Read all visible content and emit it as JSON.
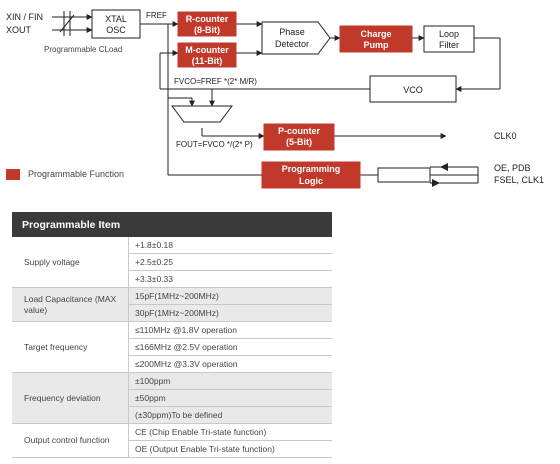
{
  "colors": {
    "accent": "#c0392b",
    "line": "#222222",
    "header_bg": "#3a3a3a",
    "shade": "#e9e9e9"
  },
  "diagram": {
    "xin_fin": "XIN / FIN",
    "xout": "XOUT",
    "xtal_line1": "XTAL",
    "xtal_line2": "OSC",
    "cload": "Programmable CLoad",
    "fref": "FREF",
    "r_counter_1": "R-counter",
    "r_counter_2": "(8-Bit)",
    "m_counter_1": "M-counter",
    "m_counter_2": "(11-Bit)",
    "phase_1": "Phase",
    "phase_2": "Detector",
    "charge_1": "Charge",
    "charge_2": "Pump",
    "loop_1": "Loop",
    "loop_2": "Filter",
    "vco": "VCO",
    "fvco_eq": "FVCO=FREF *(2* M/R)",
    "fout_eq": "FOUT=FVCO */(2* P)",
    "p_counter_1": "P-counter",
    "p_counter_2": "(5-Bit)",
    "clk0": "CLK0",
    "prog_1": "Programming",
    "prog_2": "Logic",
    "oe_pdb": "OE, PDB",
    "fsel_clk1": "FSEL, CLK1"
  },
  "legend": {
    "label": "Programmable Function"
  },
  "table": {
    "header": "Programmable Item",
    "groups": [
      {
        "category": "Supply voltage",
        "shaded": false,
        "values": [
          "+1.8±0.18",
          "+2.5±0.25",
          "+3.3±0.33"
        ]
      },
      {
        "category": "Load Capacitance (MAX value)",
        "shaded": true,
        "values": [
          "15pF(1MHz~200MHz)",
          "30pF(1MHz~200MHz)"
        ]
      },
      {
        "category": "Target frequency",
        "shaded": false,
        "values": [
          "≤110MHz @1.8V operation",
          "≤166MHz @2.5V operation",
          "≤200MHz @3.3V operation"
        ]
      },
      {
        "category": "Frequency deviation",
        "shaded": true,
        "values": [
          "±100ppm",
          "±50ppm",
          "(±30ppm)To be defined"
        ]
      },
      {
        "category": "Output control function",
        "shaded": false,
        "values": [
          "CE (Chip Enable Tri-state function)",
          "OE (Output Enable Tri-state function)"
        ]
      }
    ]
  }
}
